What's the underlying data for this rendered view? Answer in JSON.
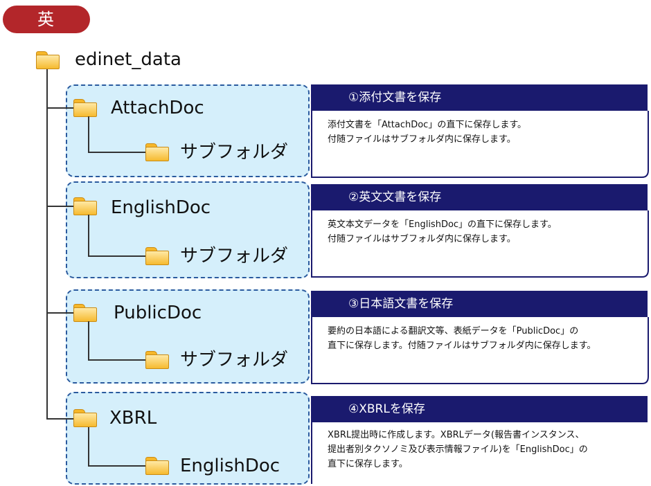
{
  "header": {
    "title": "英 語"
  },
  "tree": {
    "root": "edinet_data",
    "folders": [
      {
        "name": "AttachDoc",
        "sub": "サブフォルダ"
      },
      {
        "name": "EnglishDoc",
        "sub": "サブフォルダ"
      },
      {
        "name": "PublicDoc",
        "sub": "サブフォルダ"
      },
      {
        "name": "XBRL",
        "sub": "EnglishDoc"
      }
    ]
  },
  "panels": [
    {
      "title": "①添付文書を保存",
      "lines": [
        "添付文書を「AttachDoc」の直下に保存します。",
        "付随ファイルはサブフォルダ内に保存します。"
      ]
    },
    {
      "title": "②英文文書を保存",
      "lines": [
        "英文本文データを「EnglishDoc」の直下に保存します。",
        "付随ファイルはサブフォルダ内に保存します。"
      ]
    },
    {
      "title": "③日本語文書を保存",
      "lines": [
        "要約の日本語による翻訳文等、表紙データを「PublicDoc」の",
        "直下に保存します。付随ファイルはサブフォルダ内に保存します。"
      ]
    },
    {
      "title": "④XBRLを保存",
      "lines": [
        "XBRL提出時に作成します。XBRLデータ(報告書インスタンス、",
        "提出者別タクソノミ及び表示情報ファイル)を「EnglishDoc」の",
        "直下に保存します。"
      ]
    }
  ],
  "colors": {
    "badge": "#b3262a",
    "panel": "#1a1a6e",
    "group_fill": "#d5effb",
    "group_border": "#2a5a9e",
    "folder": "#f6ba2f"
  }
}
